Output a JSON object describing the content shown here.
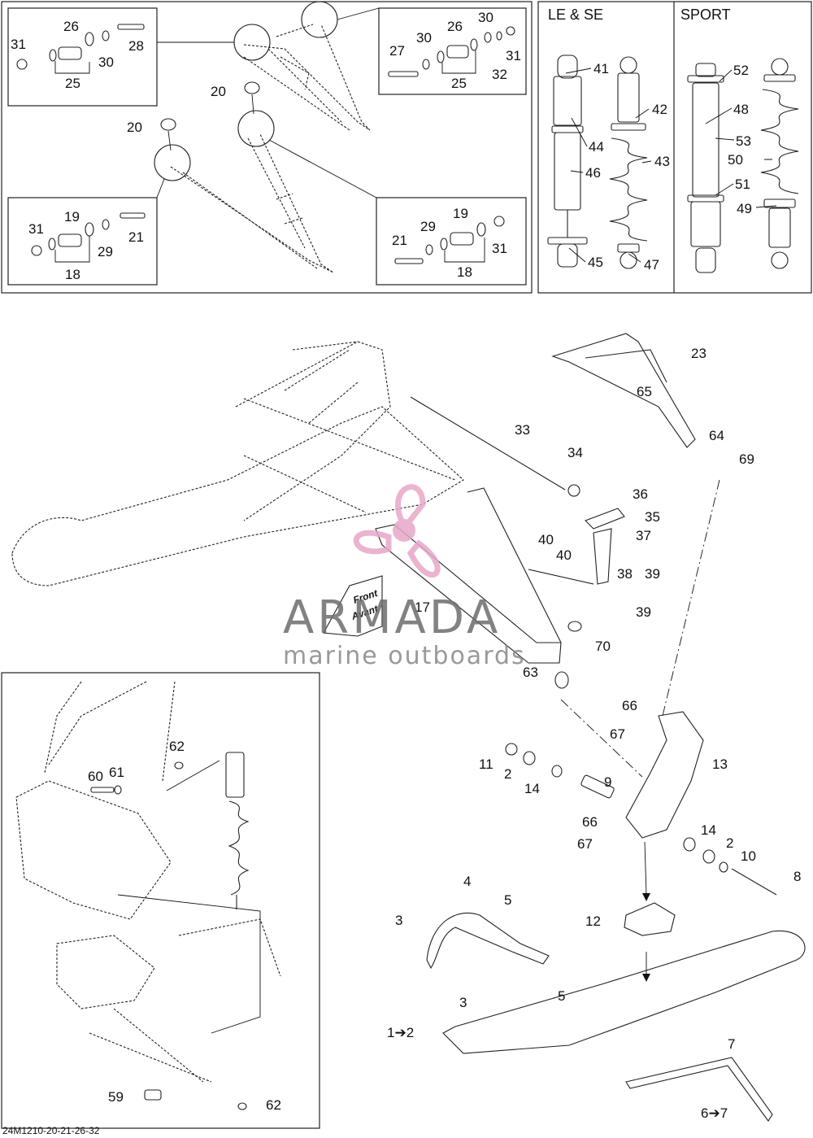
{
  "panels": {
    "le_se_title": "LE & SE",
    "sport_title": "SPORT"
  },
  "watermark": {
    "brand": "ARMADA",
    "tagline": "marine outboards"
  },
  "front_arrow": {
    "line1": "Front",
    "line2": "Avant"
  },
  "footer_code": "24M1210-20-21-26-32",
  "callouts": {
    "c1": "31",
    "c2": "26",
    "c3": "30",
    "c4": "28",
    "c5": "25",
    "c6": "27",
    "c7": "30",
    "c8": "26",
    "c9": "30",
    "c10": "31",
    "c11": "32",
    "c12": "25",
    "c13": "20",
    "c14": "20",
    "c15": "31",
    "c16": "19",
    "c17": "29",
    "c18": "21",
    "c19": "18",
    "c20": "21",
    "c21": "29",
    "c22": "19",
    "c23": "31",
    "c24": "18",
    "c25": "41",
    "c26": "44",
    "c27": "46",
    "c28": "45",
    "c29": "42",
    "c30": "43",
    "c31": "47",
    "c32": "52",
    "c33": "48",
    "c34": "53",
    "c35": "50",
    "c36": "51",
    "c37": "49",
    "c38": "23",
    "c39": "65",
    "c40": "64",
    "c41": "69",
    "c42": "33",
    "c43": "34",
    "c44": "36",
    "c45": "35",
    "c46": "40",
    "c47": "37",
    "c48": "40",
    "c49": "38",
    "c50": "39",
    "c51": "39",
    "c52": "17",
    "c53": "70",
    "c54": "63",
    "c55": "66",
    "c56": "67",
    "c57": "13",
    "c58": "11",
    "c59": "2",
    "c60": "14",
    "c61": "9",
    "c62": "66",
    "c63": "67",
    "c64": "14",
    "c65": "2",
    "c66": "10",
    "c67": "8",
    "c68": "12",
    "c69": "4",
    "c70": "5",
    "c71": "3",
    "c72": "3",
    "c73": "5",
    "c74": "1➔2",
    "c75": "7",
    "c76": "6➔7",
    "c77": "62",
    "c78": "60",
    "c79": "61",
    "c80": "62",
    "c81": "59"
  }
}
